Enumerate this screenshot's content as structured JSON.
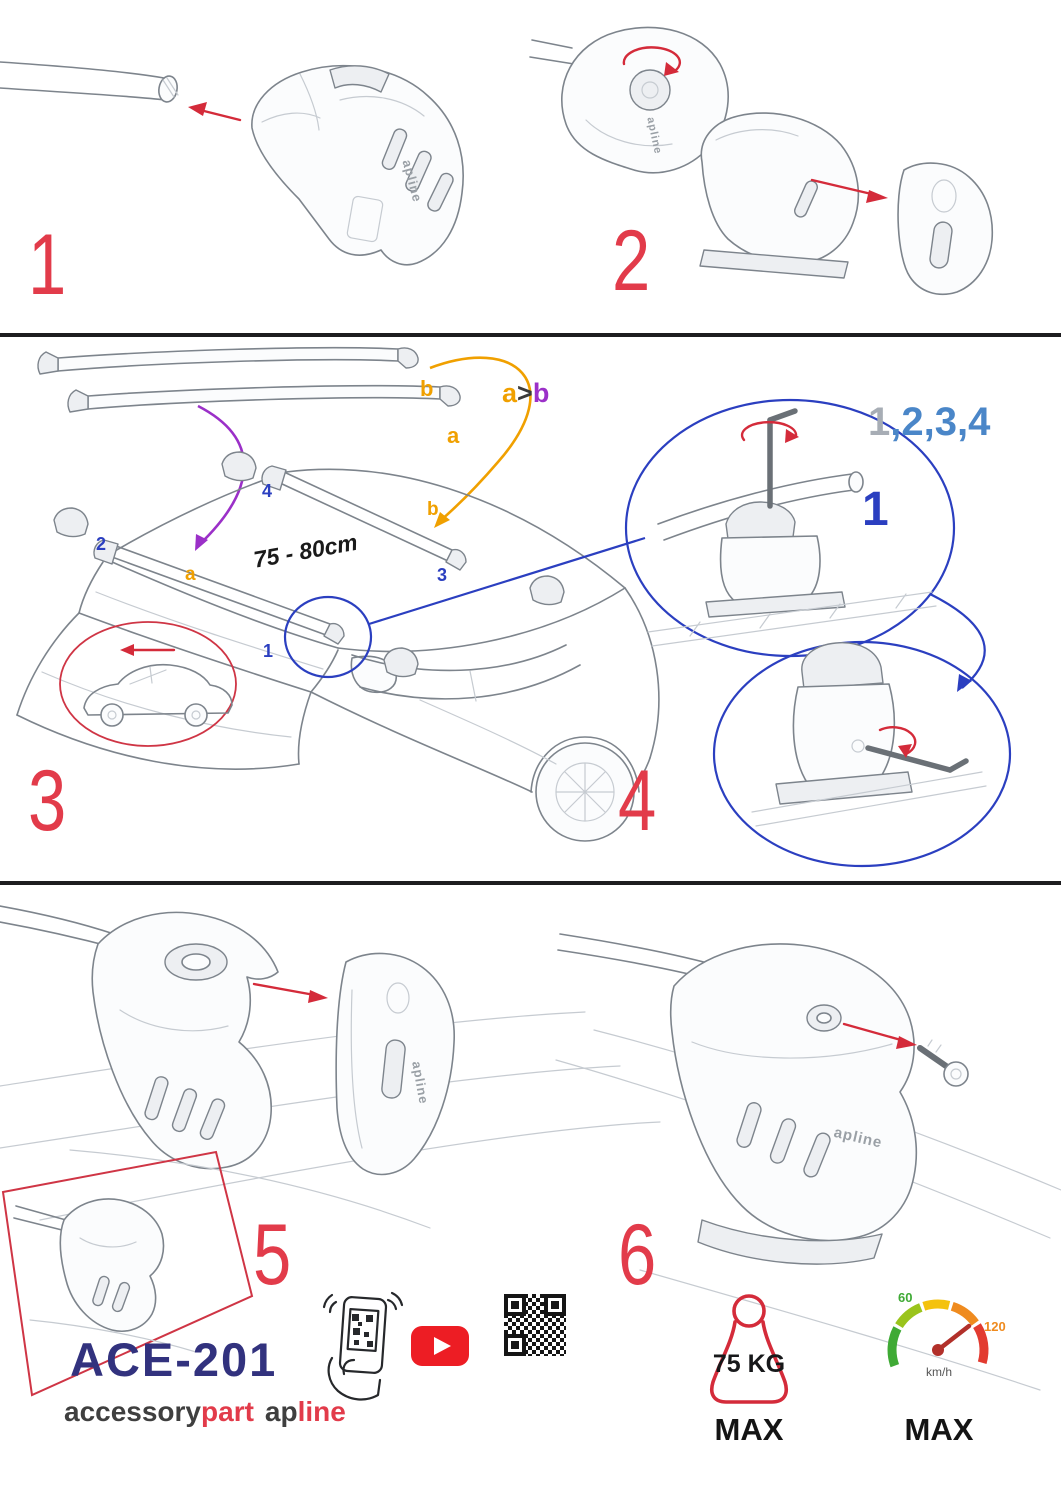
{
  "steps": {
    "s1": "1",
    "s2": "2",
    "s3": "3",
    "s4": "4",
    "s5": "5",
    "s6": "6"
  },
  "middle": {
    "bar_label_top": "b",
    "bar_label_bottom": "a",
    "compare": {
      "a": "a",
      "gt": ">",
      "b": "b"
    },
    "measurement": "75 - 80cm",
    "roof": {
      "pos1": "1",
      "pos2": "2",
      "pos3": "3",
      "pos4": "4",
      "bar_a": "a",
      "bar_b": "b"
    }
  },
  "callouts": {
    "sequence_first": "1",
    "sequence_rest": ",2,3,4",
    "detail_number": "1"
  },
  "branding": {
    "model": "ACE-201",
    "word1": "accessory",
    "word2": "part",
    "word3": "ap",
    "word4": "line",
    "logo": "apline"
  },
  "limits": {
    "weight": "75 KG",
    "weight_max": "MAX",
    "speed_low": "60",
    "speed_high": "120",
    "speed_unit": "km/h",
    "speed_max": "MAX"
  },
  "colors": {
    "step_red": "#e23b4a",
    "arrow_red": "#d42b3a",
    "callout_blue": "#2b3fc0",
    "link_blue": "#4a86c8",
    "label_gray": "#a7adb5",
    "label_orange": "#f0a000",
    "label_purple": "#9b30c8",
    "model_navy": "#32327e",
    "text_dark": "#3f3f3f",
    "brand_red": "#e23b4a",
    "youtube_red": "#ed1d24",
    "gauge_green": "#3faa35",
    "gauge_lime": "#9ac41c",
    "gauge_yellow": "#f4c20d",
    "gauge_orange": "#ef8b1f",
    "gauge_red": "#e23b30",
    "sketch": "#7d848c"
  }
}
